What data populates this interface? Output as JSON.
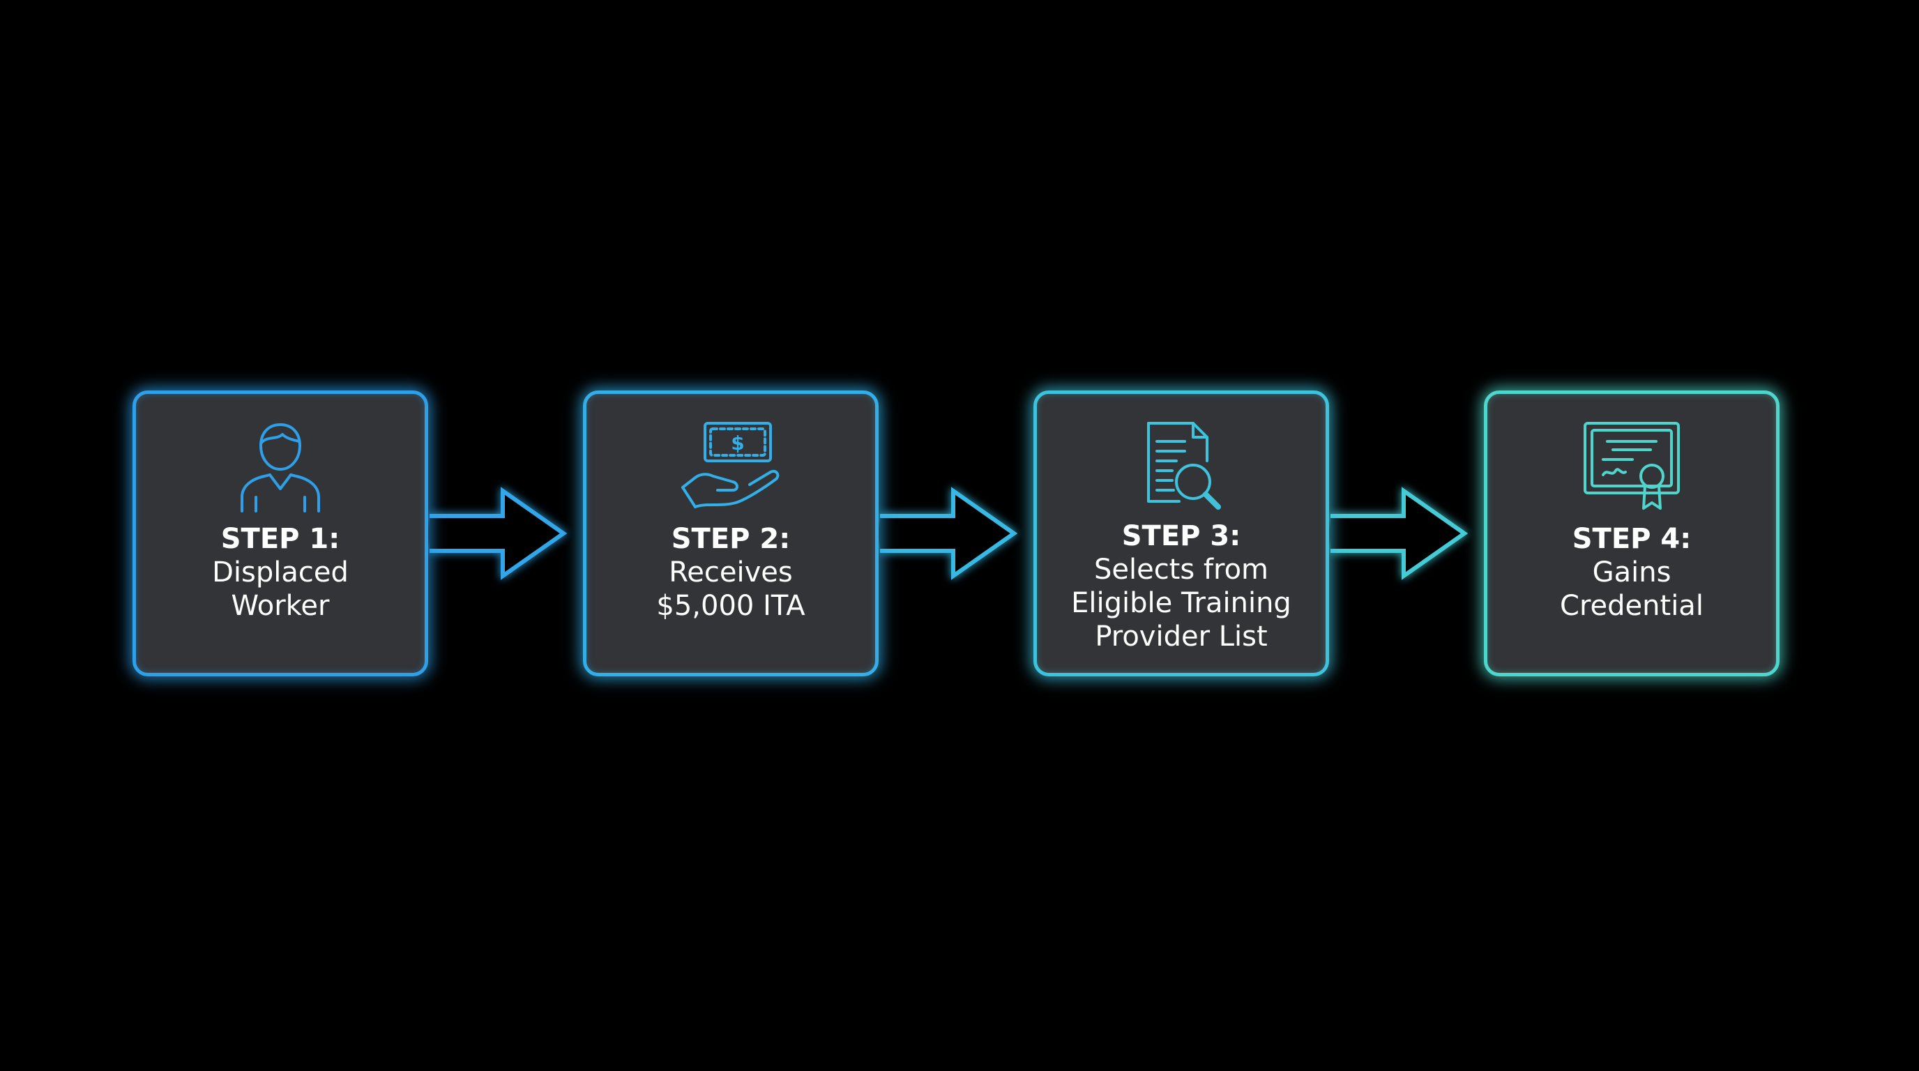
{
  "colors": {
    "background": "#000000",
    "box_fill": "#323437",
    "step1": "#2f9fe8",
    "step2": "#33aee6",
    "step3": "#3fc2dc",
    "step4": "#4fd6cc",
    "text": "#ffffff"
  },
  "steps": [
    {
      "step": "STEP 1:",
      "label": "Displaced\nWorker",
      "icon": "worker-icon"
    },
    {
      "step": "STEP 2:",
      "label": "Receives\n$5,000 ITA",
      "icon": "money-hand-icon"
    },
    {
      "step": "STEP 3:",
      "label": "Selects from\nEligible Training\nProvider List",
      "icon": "document-search-icon"
    },
    {
      "step": "STEP 4:",
      "label": "Gains\nCredential",
      "icon": "certificate-icon"
    }
  ]
}
